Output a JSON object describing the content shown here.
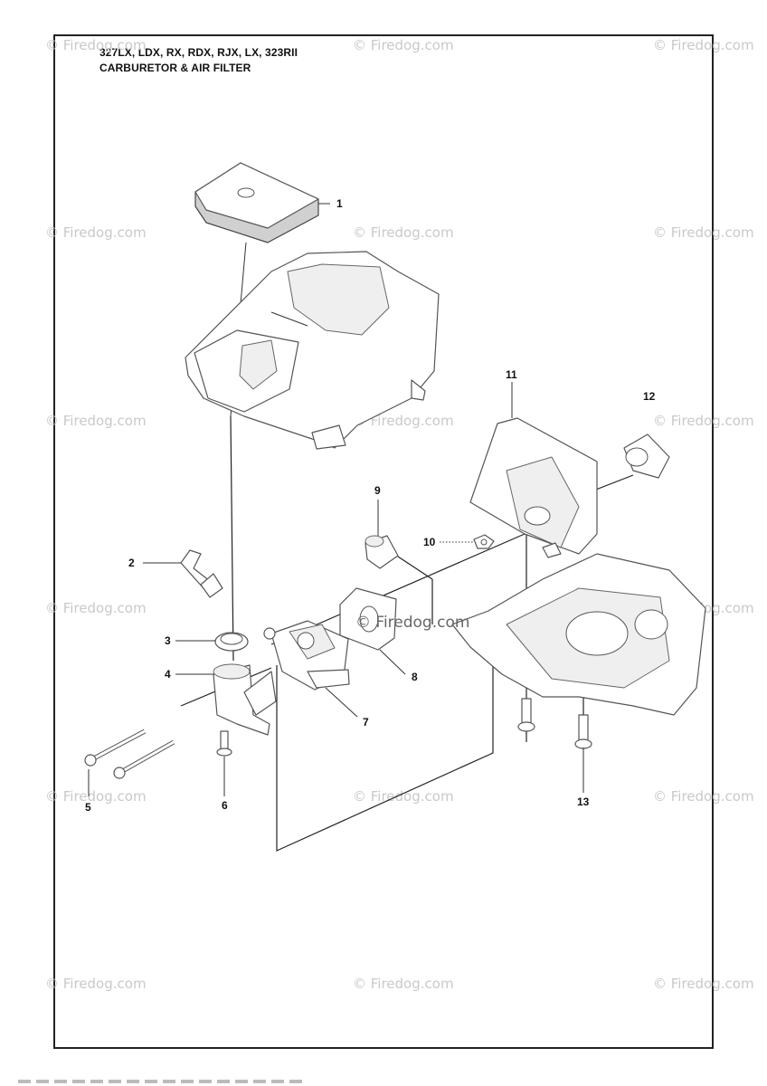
{
  "header": {
    "models": "327LX, LDX, RX, RDX, RJX, LX, 323RII",
    "section": "CARBURETOR & AIR FILTER"
  },
  "watermark": {
    "text": "© Firedog.com",
    "center_text": "© Firedog.com"
  },
  "callouts": [
    "1",
    "2",
    "3",
    "4",
    "5",
    "6",
    "7",
    "8",
    "9",
    "10",
    "11",
    "12",
    "13"
  ],
  "parts": [
    {
      "ref": "1",
      "icon": "air-filter-element-icon"
    },
    {
      "ref": "2",
      "icon": "choke-lever-icon"
    },
    {
      "ref": "3",
      "icon": "gasket-ring-icon"
    },
    {
      "ref": "4",
      "icon": "intake-adapter-icon"
    },
    {
      "ref": "5",
      "icon": "long-screw-icon"
    },
    {
      "ref": "6",
      "icon": "flange-screw-icon"
    },
    {
      "ref": "7",
      "icon": "carburetor-icon"
    },
    {
      "ref": "8",
      "icon": "carb-gasket-icon"
    },
    {
      "ref": "9",
      "icon": "primer-bulb-icon"
    },
    {
      "ref": "10",
      "icon": "nut-icon"
    },
    {
      "ref": "11",
      "icon": "carburetor-holder-icon"
    },
    {
      "ref": "12",
      "icon": "intake-boot-icon"
    },
    {
      "ref": "13",
      "icon": "screw-icon"
    }
  ],
  "colors": {
    "line": "#222222",
    "watermark": "#c9c9c9"
  }
}
